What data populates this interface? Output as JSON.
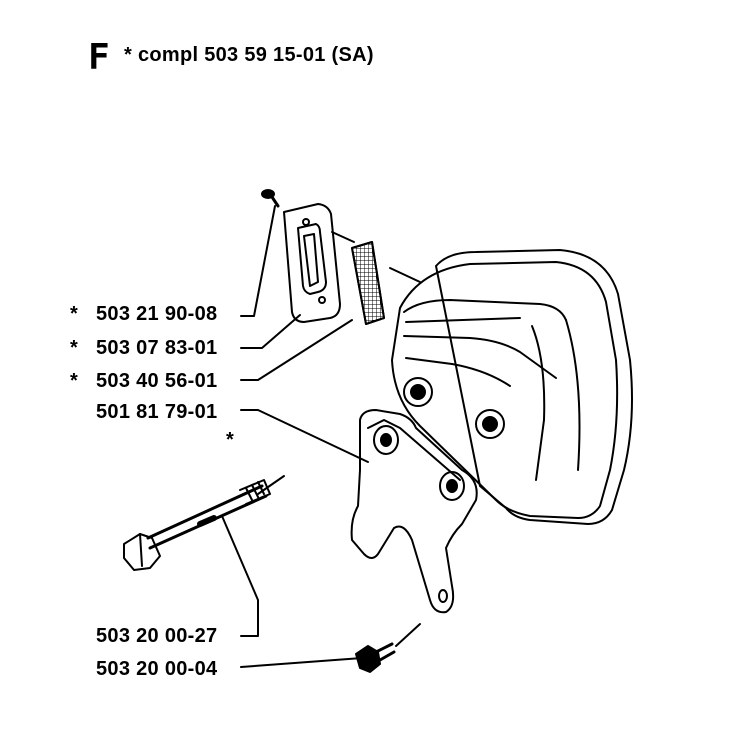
{
  "header": {
    "section_letter": "F",
    "assembly_text": "* compl 503 59 15-01 (SA)"
  },
  "callouts": [
    {
      "star": "*",
      "part_number": "503 21 90-08"
    },
    {
      "star": "*",
      "part_number": "503 07 83-01"
    },
    {
      "star": "*",
      "part_number": "503 40 56-01"
    },
    {
      "star": "",
      "part_number": "501 81 79-01"
    },
    {
      "star": "",
      "part_number": "503 20 00-27"
    },
    {
      "star": "",
      "part_number": "503 20 00-04"
    }
  ],
  "extra_star": "*"
}
